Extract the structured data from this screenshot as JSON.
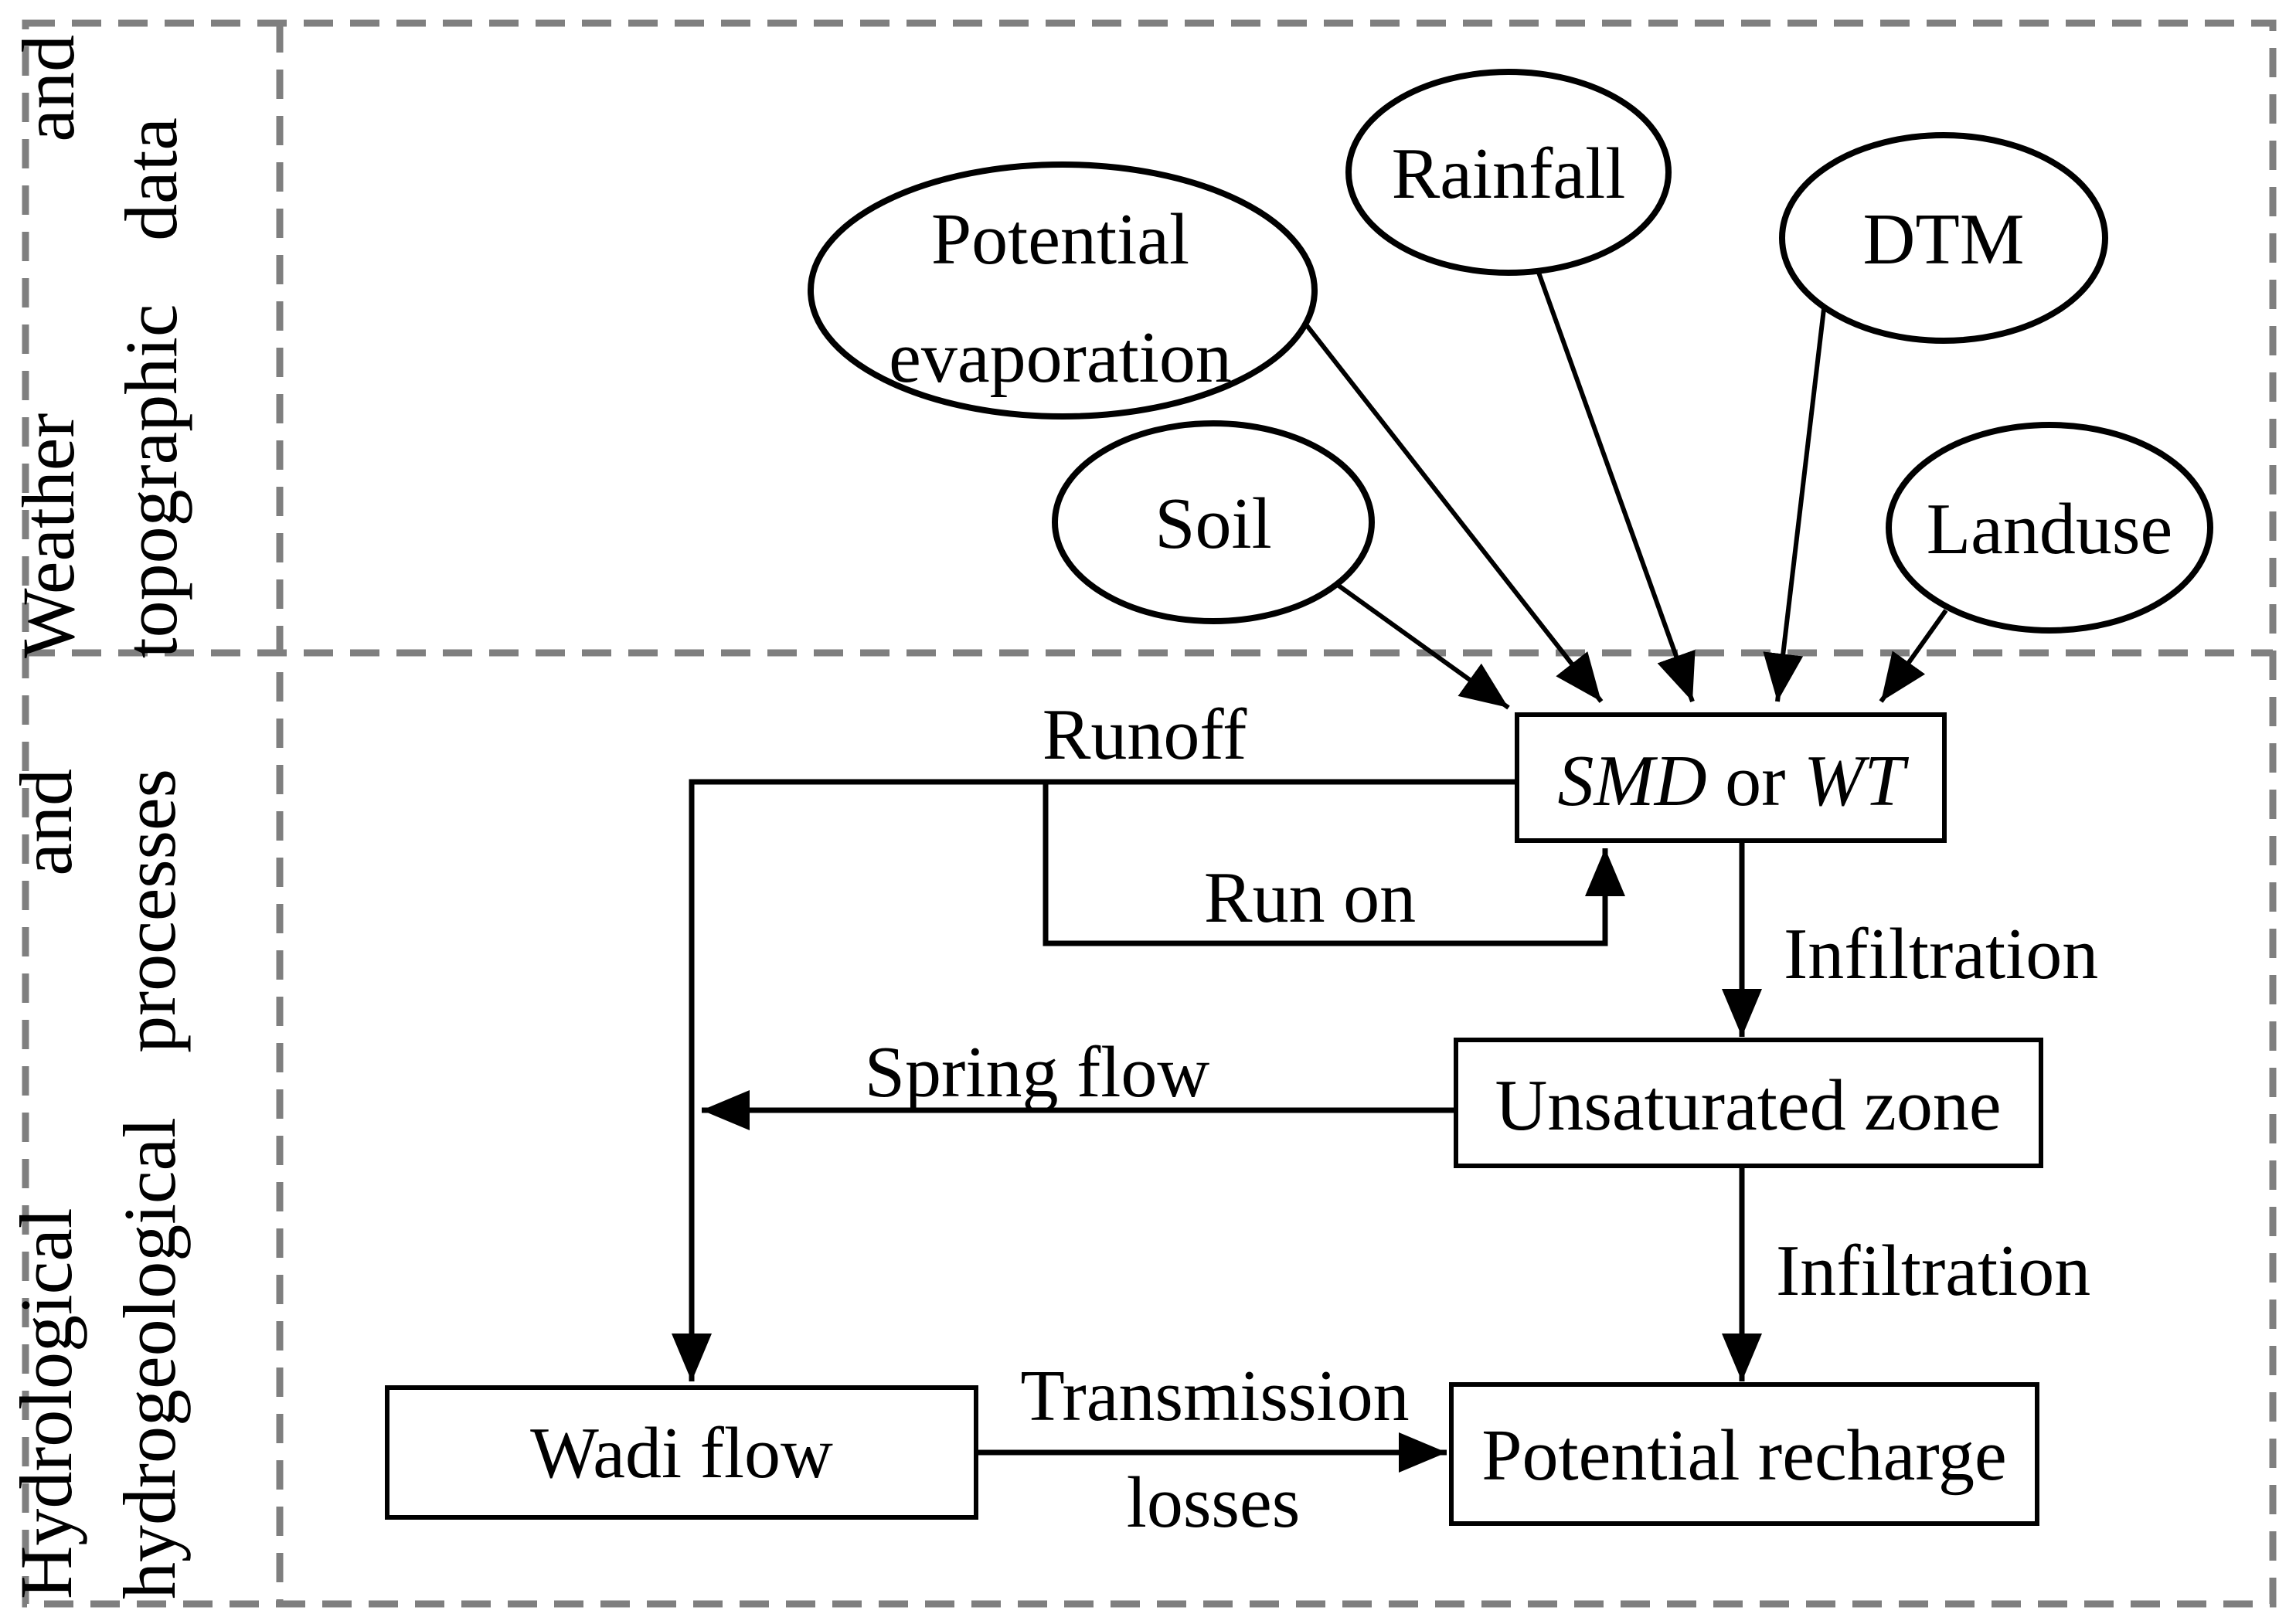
{
  "diagram": {
    "sections": {
      "top": {
        "label_line1": [
          "Weather",
          "and"
        ],
        "label_line2": [
          "topographic",
          "data"
        ]
      },
      "bottom": {
        "label_line1": [
          "Hydrological",
          "and"
        ],
        "label_line2": [
          "hydrogeological",
          "processes"
        ]
      }
    },
    "data_nodes": {
      "potential_evaporation": {
        "line1": "Potential",
        "line2": "evaporation"
      },
      "rainfall": "Rainfall",
      "dtm": "DTM",
      "soil": "Soil",
      "landuse": "Landuse"
    },
    "process_nodes": {
      "smd_or_wt": {
        "part1": "SMD",
        "part2": " or ",
        "part3": "WT"
      },
      "unsaturated_zone": "Unsaturated zone",
      "wadi_flow": "Wadi flow",
      "potential_recharge": "Potential recharge"
    },
    "flow_labels": {
      "runoff": "Runoff",
      "run_on": "Run on",
      "infiltration_upper": "Infiltration",
      "spring_flow": "Spring flow",
      "infiltration_lower": "Infiltration",
      "transmission_line1": "Transmission",
      "transmission_line2": "losses"
    },
    "colors": {
      "ink": "#000000",
      "dashed_border": "#7f7f7f",
      "background": "#ffffff"
    }
  }
}
